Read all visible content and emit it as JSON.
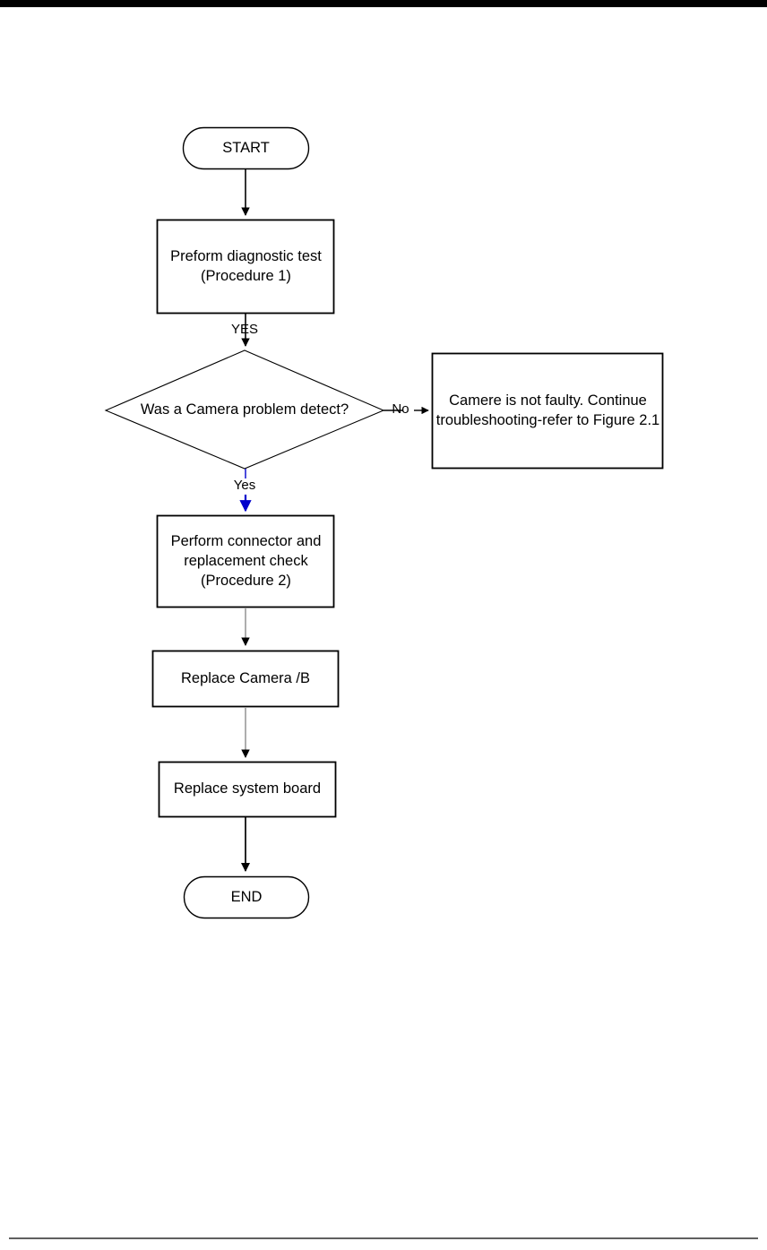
{
  "page": {
    "title": "Camera troubleshooting flowchart",
    "top_rule": true,
    "bottom_rule": true
  },
  "colors": {
    "outline": "#000000",
    "text": "#000000",
    "background": "#ffffff",
    "connector_gray": "#999999",
    "connector_blue": "#0000cc"
  },
  "chart_data": {
    "type": "diagram",
    "diagram_kind": "flowchart",
    "orientation": "top-to-bottom",
    "nodes": [
      {
        "id": "start",
        "shape": "terminator",
        "label": "START"
      },
      {
        "id": "diagnostic",
        "shape": "process",
        "label": "Preform diagnostic test\n(Procedure 1)"
      },
      {
        "id": "decision",
        "shape": "decision",
        "label": "Was a Camera problem detect?"
      },
      {
        "id": "not-faulty",
        "shape": "process",
        "label": "Camere is not faulty. Continue troubleshooting-refer to Figure 2.1"
      },
      {
        "id": "connector",
        "shape": "process",
        "label": "Perform connector and\nreplacement check\n(Procedure 2)"
      },
      {
        "id": "replace-cam",
        "shape": "process",
        "label": "Replace Camera /B"
      },
      {
        "id": "replace-sys",
        "shape": "process",
        "label": "Replace system board"
      },
      {
        "id": "end",
        "shape": "terminator",
        "label": "END"
      }
    ],
    "edges": [
      {
        "from": "start",
        "to": "diagnostic",
        "label": "",
        "color": "#000000"
      },
      {
        "from": "diagnostic",
        "to": "decision",
        "label": "YES",
        "color": "#000000"
      },
      {
        "from": "decision",
        "to": "not-faulty",
        "label": "No",
        "color": "#000000"
      },
      {
        "from": "decision",
        "to": "connector",
        "label": "Yes",
        "color": "#0000cc"
      },
      {
        "from": "connector",
        "to": "replace-cam",
        "label": "",
        "color": "#999999"
      },
      {
        "from": "replace-cam",
        "to": "replace-sys",
        "label": "",
        "color": "#999999"
      },
      {
        "from": "replace-sys",
        "to": "end",
        "label": "",
        "color": "#000000"
      }
    ]
  },
  "nodes": {
    "start": {
      "label": "START"
    },
    "diagnostic": {
      "label": "Preform diagnostic test\n(Procedure 1)"
    },
    "decision": {
      "label": "Was a Camera problem detect?"
    },
    "not_faulty": {
      "label": "Camere is not faulty. Continue troubleshooting-refer to Figure 2.1"
    },
    "connector_check": {
      "label": "Perform connector and\nreplacement check\n(Procedure 2)"
    },
    "replace_camera": {
      "label": "Replace Camera /B"
    },
    "replace_system_board": {
      "label": "Replace system board"
    },
    "end": {
      "label": "END"
    }
  },
  "edge_labels": {
    "yes_upper": "YES",
    "yes_lower": "Yes",
    "no": "No"
  }
}
